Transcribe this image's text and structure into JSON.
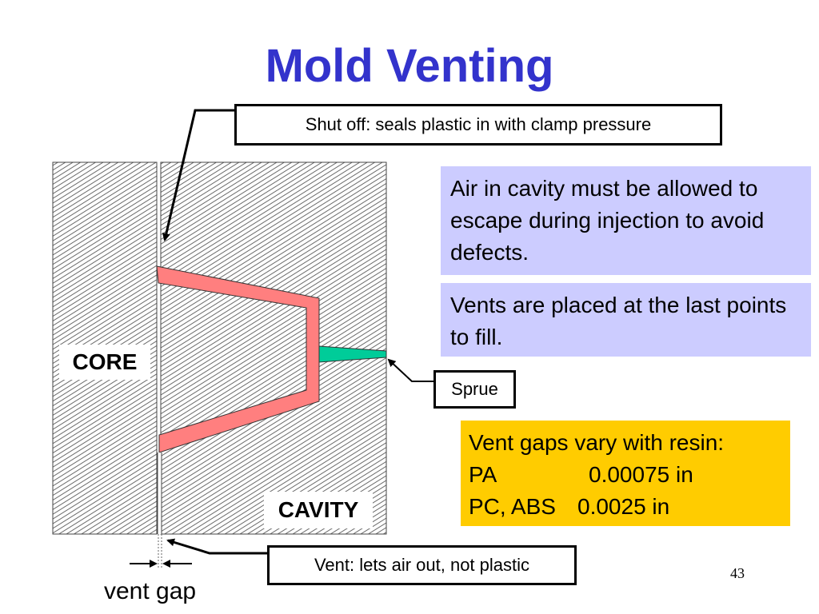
{
  "slide": {
    "title": "Mold Venting",
    "page_number": "43"
  },
  "callouts": {
    "shut_off": "Shut off: seals plastic in with clamp pressure",
    "sprue": "Sprue",
    "vent": "Vent: lets air out, not plastic"
  },
  "labels": {
    "core": "CORE",
    "cavity": "CAVITY",
    "vent_gap": "vent gap"
  },
  "panels": {
    "air_text": "Air in cavity must be allowed to escape during injection to avoid defects.",
    "vents_text": "Vents are placed at the last points to fill.",
    "gaps_title": "Vent gaps vary with resin:",
    "gaps_rows": [
      {
        "resin": "PA",
        "value": "0.00075 in"
      },
      {
        "resin": "PC, ABS",
        "value": "0.0025 in"
      }
    ]
  },
  "colors": {
    "title": "#3333cc",
    "part": "#ff7f7f",
    "sprue_fill": "#00cc99",
    "blue_panel": "#ccccff",
    "yellow_panel": "#ffcc00"
  }
}
